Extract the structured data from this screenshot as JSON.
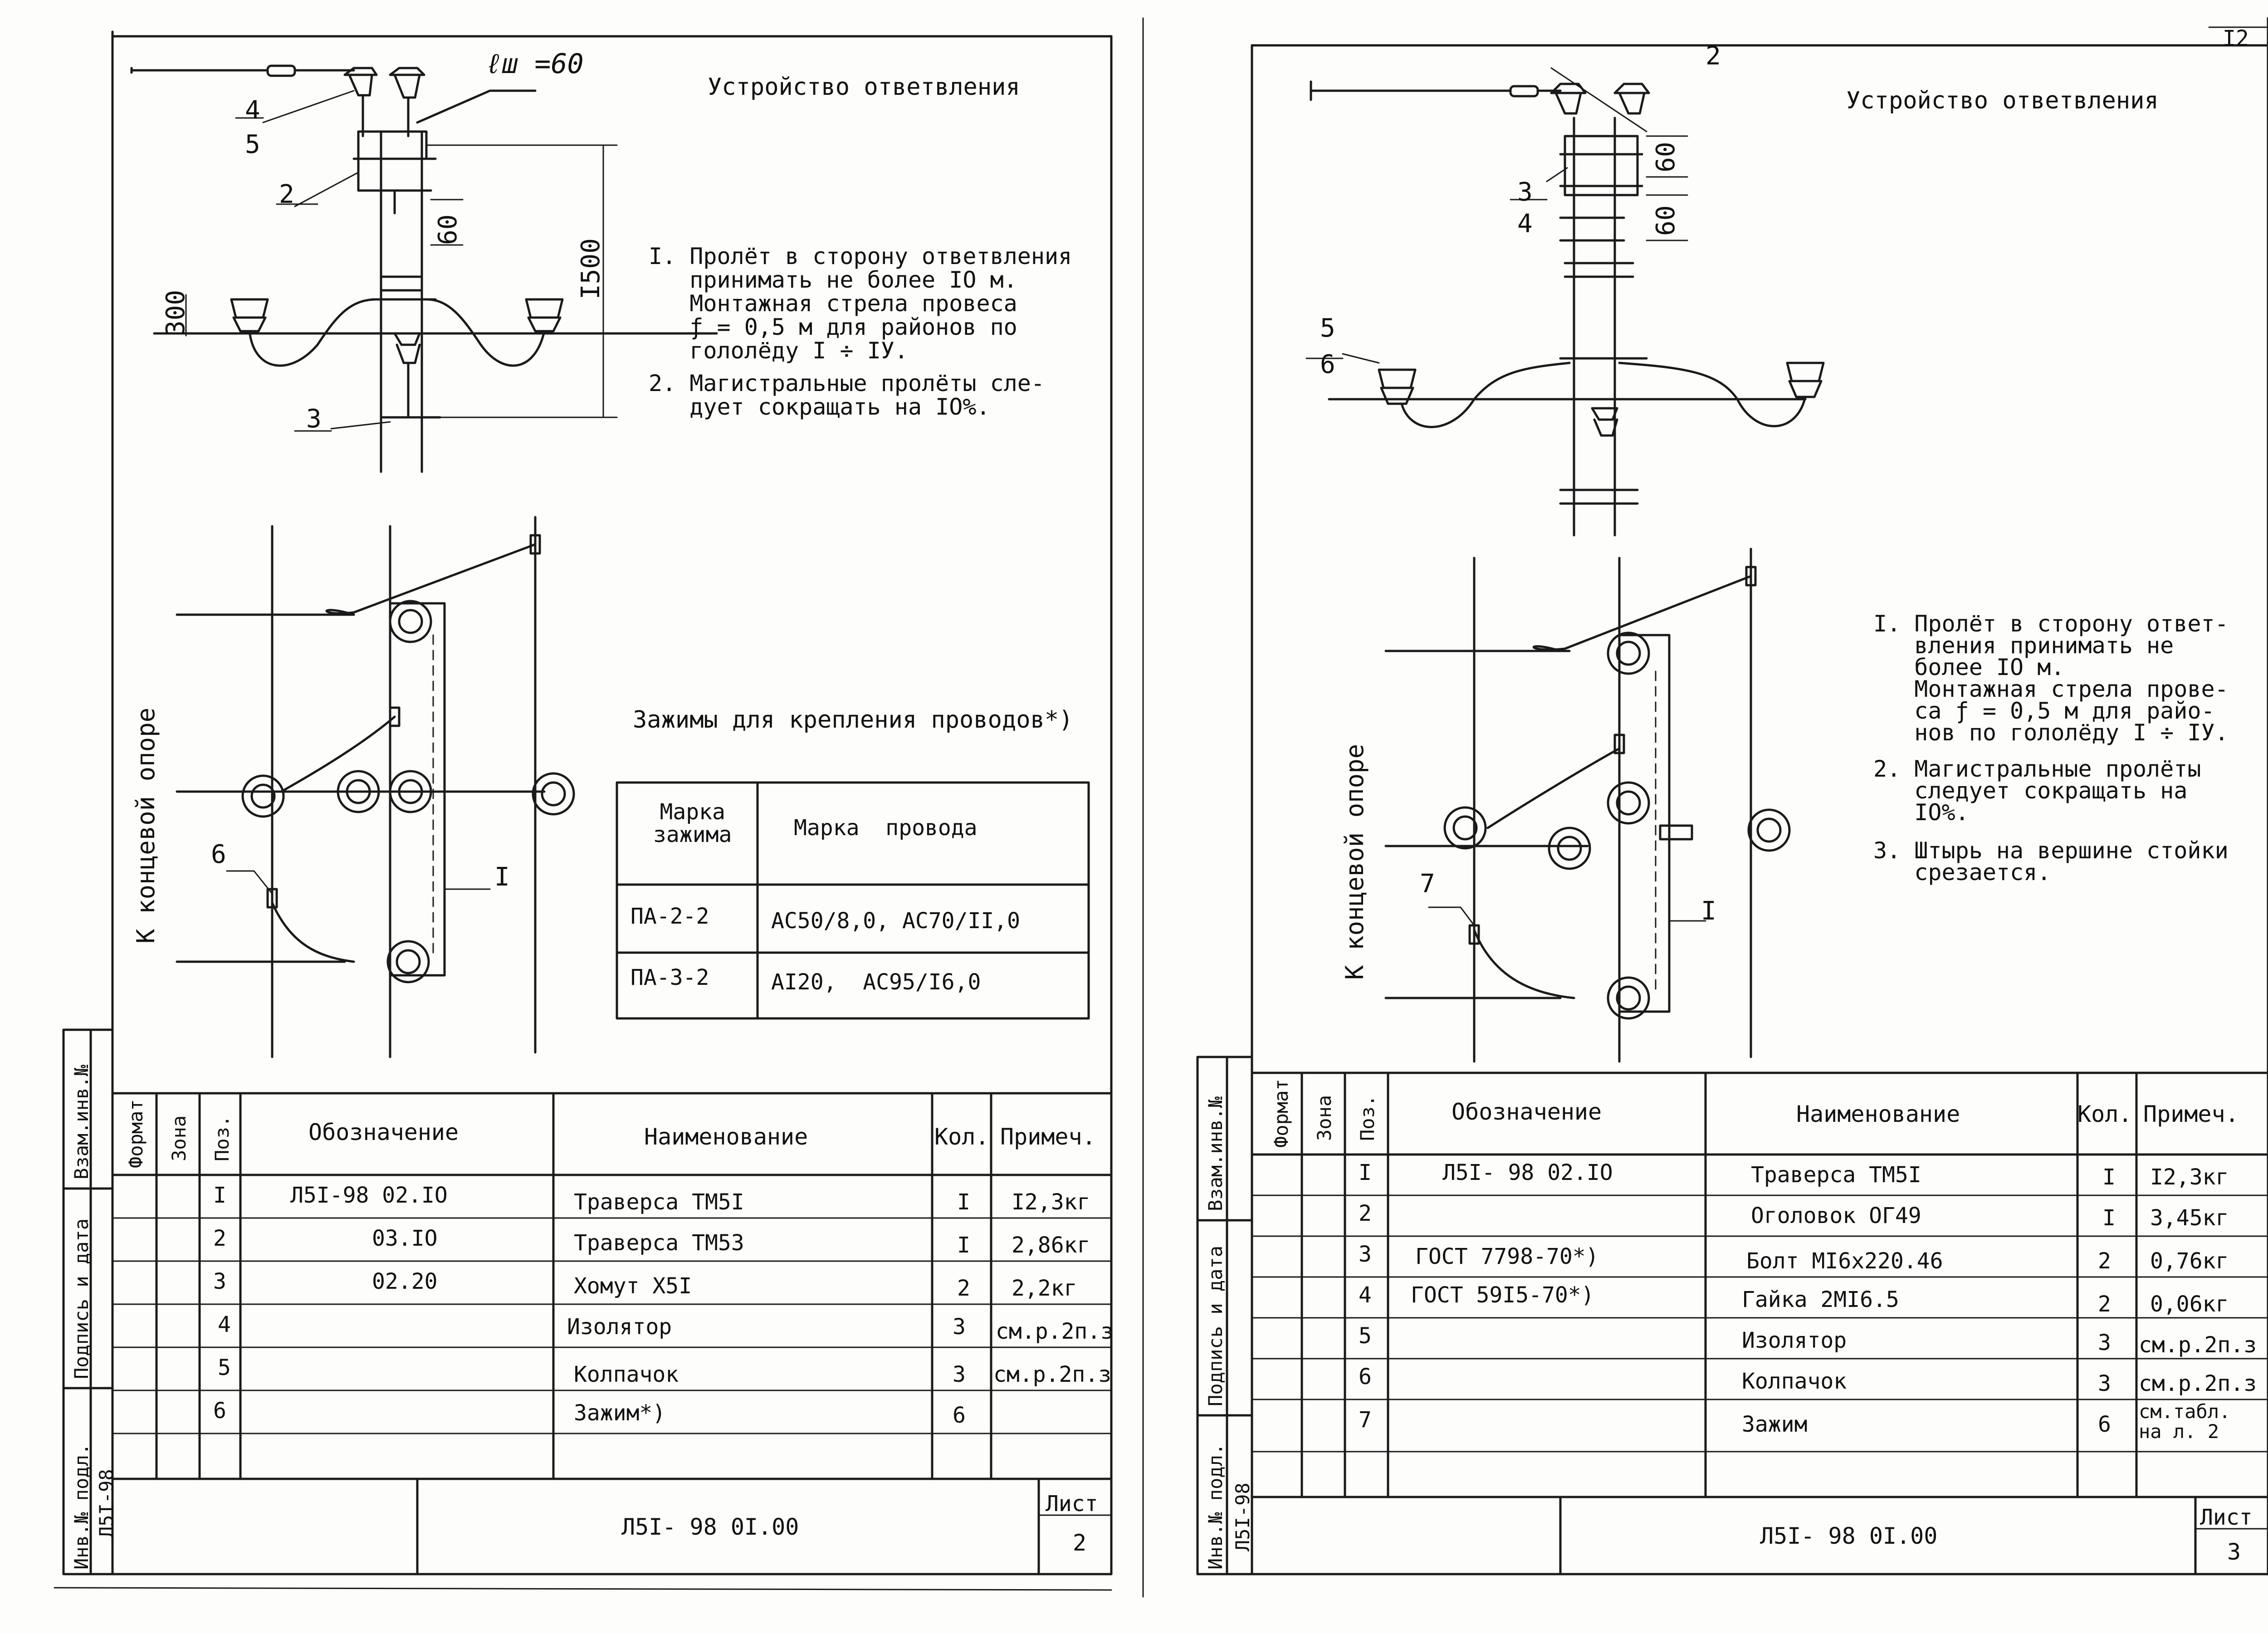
{
  "left": {
    "title": "Устройство ответвления",
    "dim_lsh": "ℓш =60",
    "notes": [
      "I. Пролёт в сторону ответвления",
      "   принимать не более IO м.",
      "   Монтажная стрела провеса",
      "   ƒ = 0,5 м для районов по",
      "   гололёду I ÷ IУ.",
      "2. Магистральные пролёты сле-",
      "   дует сокращать на IO%."
    ],
    "dims": {
      "d300": "300",
      "d60": "60",
      "d1500": "I500"
    },
    "pos_labels": {
      "p4": "4",
      "p5": "5",
      "p2": "2",
      "p3": "3",
      "p6": "6",
      "p1": "I"
    },
    "to_end_support": "К концевой опоре",
    "clamps_title": "Зажимы для крепления проводов*)",
    "clamps_table": {
      "headers": [
        "Марка\nзажима",
        "Марка  провода"
      ],
      "rows": [
        [
          "ПА-2-2",
          "АС50/8,0, АС70/II,0"
        ],
        [
          "ПА-3-2",
          "АI20,  АС95/I6,0"
        ]
      ]
    },
    "spec_headers": [
      "Формат",
      "Зона",
      "Поз.",
      "Обозначение",
      "Наименование",
      "Кол.",
      "Примеч."
    ],
    "spec_rows": [
      [
        "",
        "",
        "I",
        "Л5I-98 02.IO",
        "Траверса ТМ5I",
        "I",
        "I2,3кг"
      ],
      [
        "",
        "",
        "2",
        "03.IO",
        "Траверса ТМ53",
        "I",
        "2,86кг"
      ],
      [
        "",
        "",
        "3",
        "02.20",
        "Хомут Х5I",
        "2",
        "2,2кг"
      ],
      [
        "",
        "",
        "4",
        "",
        "Изолятор",
        "3",
        "см.р.2п.з"
      ],
      [
        "",
        "",
        "5",
        "",
        "Колпачок",
        "3",
        "см.р.2п.з"
      ],
      [
        "",
        "",
        "6",
        "",
        "Зажим*)",
        "6",
        ""
      ]
    ],
    "side_labels": [
      "Взам.инв.№",
      "Подпись и дата",
      "Инв.№ подл."
    ],
    "side_inv": "Л5I-98",
    "doc_code": "Л5I- 98 0I.00",
    "sheet_label": "Лист",
    "sheet_no": "2"
  },
  "right": {
    "page_no": "I2",
    "title": "Устройство ответвления",
    "notes": [
      "I. Пролёт в сторону ответ-",
      "   вления принимать не",
      "   более IO м.",
      "   Монтажная стрела прове-",
      "   са ƒ = 0,5 м для райо-",
      "   нов по гололёду I ÷ IУ.",
      "2. Магистральные пролёты",
      "   следует сокращать на",
      "   IO%.",
      "3. Штырь на вершине стойки",
      "   срезается."
    ],
    "dims": {
      "d60a": "60",
      "d60b": "60"
    },
    "pos_labels": {
      "p2": "2",
      "p3": "3",
      "p4": "4",
      "p5": "5",
      "p6": "6",
      "p7": "7",
      "p1": "I"
    },
    "to_end_support": "К концевой опоре",
    "spec_headers": [
      "Формат",
      "Зона",
      "Поз.",
      "Обозначение",
      "Наименование",
      "Кол.",
      "Примеч."
    ],
    "spec_rows": [
      [
        "",
        "",
        "I",
        "Л5I- 98 02.IO",
        "Траверса ТМ5I",
        "I",
        "I2,3кг"
      ],
      [
        "",
        "",
        "2",
        "",
        "Оголовок ОГ49",
        "I",
        "3,45кг"
      ],
      [
        "",
        "",
        "3",
        "ГОСТ 7798-70*)",
        "Болт МI6х220.46",
        "2",
        "0,76кг"
      ],
      [
        "",
        "",
        "4",
        "ГОСТ 59I5-70*)",
        "Гайка 2МI6.5",
        "2",
        "0,06кг"
      ],
      [
        "",
        "",
        "5",
        "",
        "Изолятор",
        "3",
        "см.р.2п.з"
      ],
      [
        "",
        "",
        "6",
        "",
        "Колпачок",
        "3",
        "см.р.2п.з"
      ],
      [
        "",
        "",
        "7",
        "",
        "Зажим",
        "6",
        "см.табл.\nна л. 2"
      ]
    ],
    "side_labels": [
      "Взам.инв.№",
      "Подпись и дата",
      "Инв.№ подл."
    ],
    "side_inv": "Л5I-98",
    "doc_code": "Л5I- 98 0I.00",
    "sheet_label": "Лист",
    "sheet_no": "3"
  }
}
